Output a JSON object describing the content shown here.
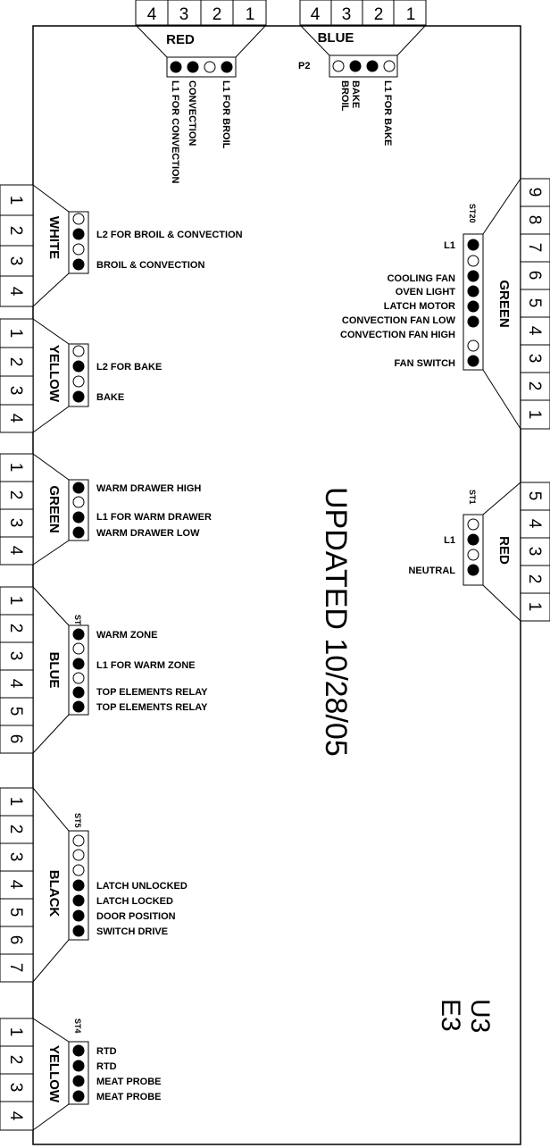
{
  "board": {
    "updated_text": "UPDATED 10/28/05",
    "id_line1": "U3",
    "id_line2": "E3"
  },
  "top_connectors": [
    {
      "id": "top-red",
      "name": "RED",
      "tag": "",
      "numbers": [
        "4",
        "3",
        "2",
        "1"
      ],
      "pins": [
        true,
        true,
        false,
        true
      ],
      "labels": [
        "L1 FOR CONVECTION",
        "CONVECTION",
        "L1 FOR BROIL"
      ]
    },
    {
      "id": "top-blue",
      "name": "BLUE",
      "tag": "P2",
      "numbers": [
        "4",
        "3",
        "2",
        "1"
      ],
      "pins": [
        false,
        true,
        true,
        false
      ],
      "labels": [
        "BAKE",
        "BROIL",
        "L1 FOR BAKE"
      ]
    }
  ],
  "left_connectors": [
    {
      "id": "left-white",
      "name": "WHITE",
      "tag": "",
      "numbers": [
        "1",
        "2",
        "3",
        "4"
      ],
      "pins": [
        false,
        true,
        false,
        true
      ],
      "labels": [
        "",
        "L2 FOR BROIL & CONVECTION",
        "",
        "BROIL & CONVECTION"
      ]
    },
    {
      "id": "left-yellow",
      "name": "YELLOW",
      "tag": "",
      "numbers": [
        "1",
        "2",
        "3",
        "4"
      ],
      "pins": [
        false,
        true,
        false,
        true
      ],
      "labels": [
        "",
        "L2 FOR BAKE",
        "",
        "BAKE"
      ]
    },
    {
      "id": "left-green",
      "name": "GREEN",
      "tag": "",
      "numbers": [
        "1",
        "2",
        "3",
        "4"
      ],
      "pins": [
        true,
        false,
        true,
        true
      ],
      "labels": [
        "WARM DRAWER HIGH",
        "",
        "L1 FOR WARM DRAWER",
        "WARM DRAWER LOW"
      ]
    },
    {
      "id": "left-blue",
      "name": "BLUE",
      "tag": "ST6",
      "numbers": [
        "1",
        "2",
        "3",
        "4",
        "5",
        "6"
      ],
      "pins": [
        true,
        false,
        true,
        false,
        true,
        true
      ],
      "labels": [
        "WARM ZONE",
        "",
        "L1 FOR WARM ZONE",
        "",
        "TOP ELEMENTS RELAY",
        "TOP ELEMENTS RELAY"
      ]
    },
    {
      "id": "left-black",
      "name": "BLACK",
      "tag": "ST5",
      "numbers": [
        "1",
        "2",
        "3",
        "4",
        "5",
        "6",
        "7"
      ],
      "pins": [
        false,
        false,
        false,
        true,
        true,
        true,
        true
      ],
      "labels": [
        "",
        "",
        "",
        "LATCH UNLOCKED",
        "LATCH LOCKED",
        "DOOR POSITION",
        "SWITCH DRIVE"
      ]
    },
    {
      "id": "left-yellow-2",
      "name": "YELLOW",
      "tag": "ST4",
      "numbers": [
        "1",
        "2",
        "3",
        "4"
      ],
      "pins": [
        true,
        true,
        true,
        true
      ],
      "labels": [
        "RTD",
        "RTD",
        "MEAT PROBE",
        "MEAT PROBE"
      ]
    }
  ],
  "right_connectors": [
    {
      "id": "right-green",
      "name": "GREEN",
      "tag": "ST20",
      "numbers": [
        "9",
        "8",
        "7",
        "6",
        "5",
        "4",
        "3",
        "2",
        "1"
      ],
      "pins": [
        true,
        false,
        true,
        true,
        true,
        true,
        false,
        true
      ],
      "labels": [
        "L1",
        "COOLING FAN",
        "OVEN LIGHT",
        "LATCH MOTOR",
        "CONVECTION FAN LOW",
        "CONVECTION FAN HIGH",
        "",
        "FAN SWITCH"
      ]
    },
    {
      "id": "right-red",
      "name": "RED",
      "tag": "ST1",
      "numbers": [
        "5",
        "4",
        "3",
        "2",
        "1"
      ],
      "pins": [
        false,
        true,
        false,
        true
      ],
      "labels": [
        "",
        "L1",
        "",
        "NEUTRAL"
      ]
    }
  ]
}
